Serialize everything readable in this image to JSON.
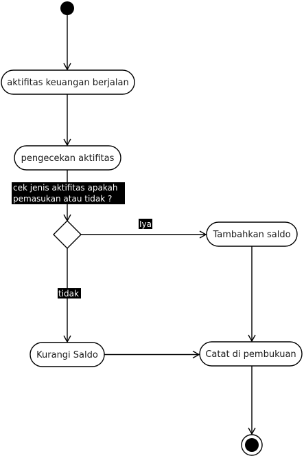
{
  "diagram": {
    "nodes": {
      "activity_running": "aktifitas keuangan berjalan",
      "check_activity": "pengecekan aktifitas",
      "add_balance": "Tambahkan saldo",
      "reduce_balance": "Kurangi Saldo",
      "record_bookkeeping": "Catat di pembukuan"
    },
    "edge_labels": {
      "guard_question_line1": "cek jenis aktifitas apakah",
      "guard_question_line2": "pemasukan atau tidak ?",
      "yes": "Iya",
      "no": "tidak"
    }
  },
  "colors": {
    "stroke": "#000000",
    "node_fill": "#ffffff",
    "label_bg": "#000000",
    "label_text": "#ffffff"
  }
}
